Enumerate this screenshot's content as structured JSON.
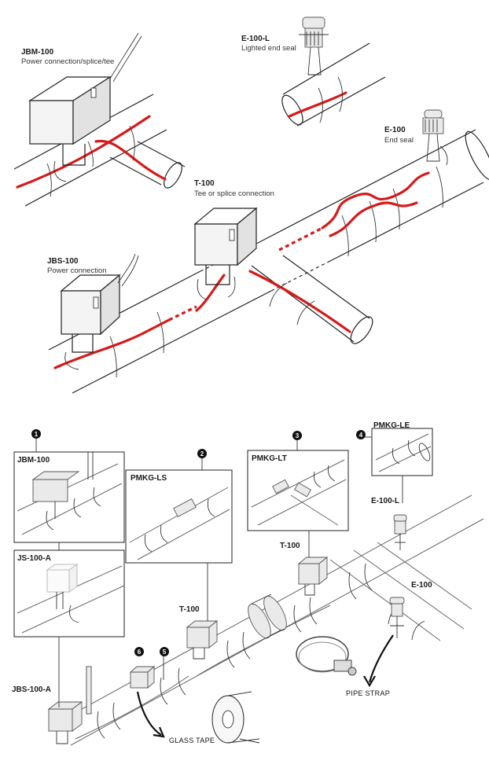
{
  "top": {
    "jbm": {
      "code": "JBM-100",
      "desc": "Power connection/splice/tee"
    },
    "e100l": {
      "code": "E-100-L",
      "desc": "Lighted end seal"
    },
    "e100": {
      "code": "E-100",
      "desc": "End seal"
    },
    "t100": {
      "code": "T-100",
      "desc": "Tee or splice connection"
    },
    "jbs": {
      "code": "JBS-100",
      "desc": "Power connection"
    }
  },
  "bottom": {
    "callouts": {
      "n1": "1",
      "n2": "2",
      "n3": "3",
      "n4": "4",
      "n5": "5",
      "n6": "6"
    },
    "labels": {
      "jbm100": "JBM-100",
      "js100a": "JS-100-A",
      "jbs100a": "JBS-100-A",
      "pmkgls": "PMKG-LS",
      "pmkglt": "PMKG-LT",
      "pmkgle": "PMKG-LE",
      "t100_right": "T-100",
      "t100_left": "T-100",
      "e100l": "E-100-L",
      "e100": "E-100"
    },
    "handwritten": {
      "pipe_strap": "PIPE STRAP",
      "glass_tape": "GLASS TAPE"
    }
  },
  "colors": {
    "heating_cable": "#d51a1a",
    "outline": "#222222"
  }
}
